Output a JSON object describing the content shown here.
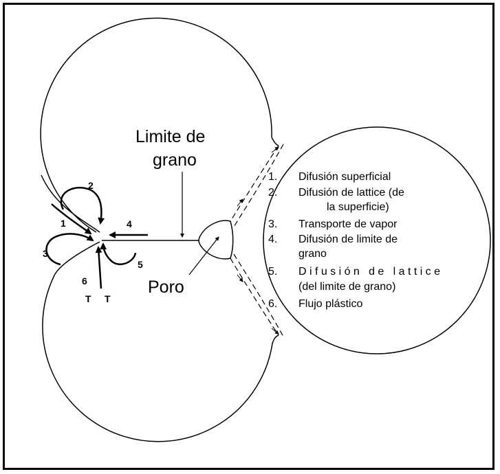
{
  "labels": {
    "grain_boundary_line1": "Limite de",
    "grain_boundary_line2": "grano",
    "pore": "Poro"
  },
  "mechanism_numbers": [
    "1",
    "2",
    "3",
    "4",
    "5",
    "6"
  ],
  "dislocation_symbol": "T",
  "legend": [
    {
      "num": "1.",
      "text": "Difusión superficial"
    },
    {
      "num": "2.",
      "text": "Difusión de lattice (de"
    },
    {
      "num": "",
      "text": "la superficie)"
    },
    {
      "num": "3.",
      "text": "Transporte de vapor"
    },
    {
      "num": "4.",
      "text": "Difusión de limite de"
    },
    {
      "num": "",
      "text": "grano"
    },
    {
      "num": "5.",
      "text": "Difusión de lattice"
    },
    {
      "num": "",
      "text": "(del limite de grano)"
    },
    {
      "num": "6.",
      "text": "Flujo plástico"
    }
  ]
}
